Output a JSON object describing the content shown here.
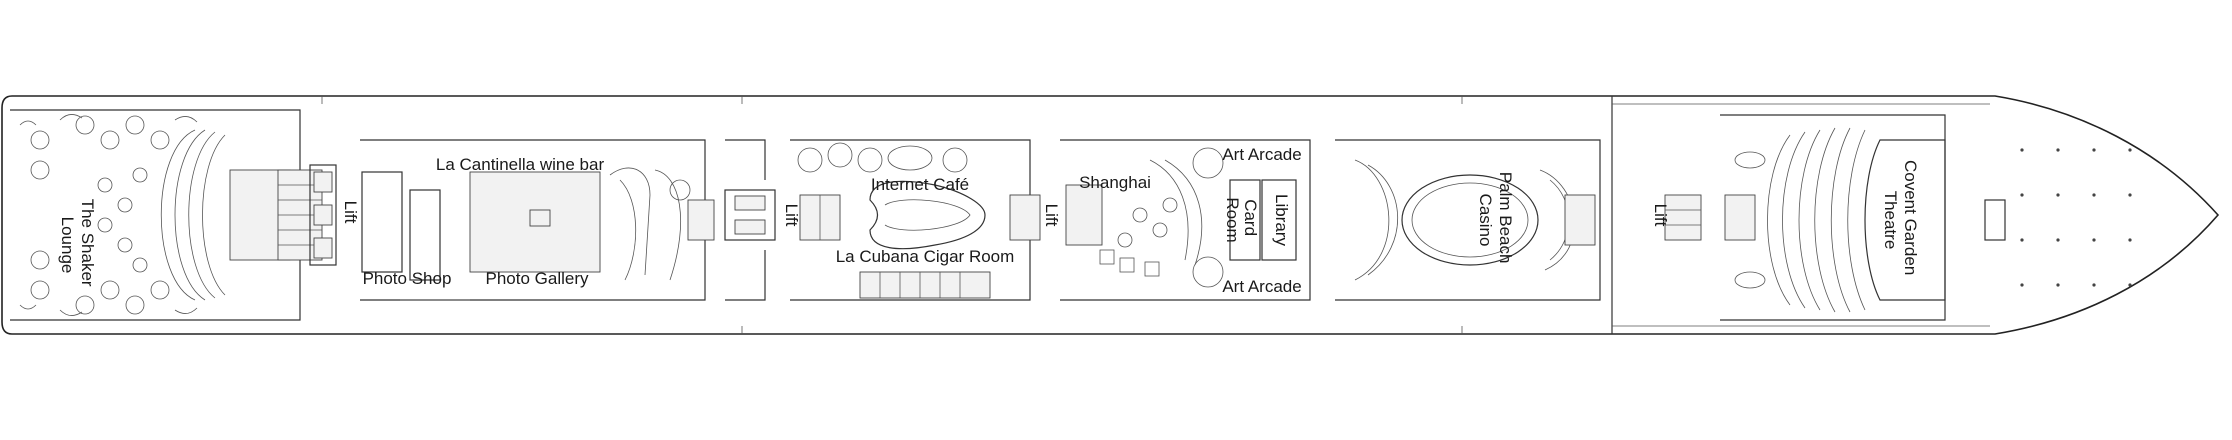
{
  "deck_plan": {
    "venues": {
      "shaker_lounge": [
        "The Shaker",
        "Lounge"
      ],
      "photo_shop": "Photo Shop",
      "la_cantinella": "La Cantinella wine bar",
      "photo_gallery": "Photo Gallery",
      "internet_cafe": "Internet Café",
      "la_cubana": "La Cubana Cigar Room",
      "shanghai": "Shanghai",
      "card_room": [
        "Card",
        "Room"
      ],
      "library": "Library",
      "art_arcade_top": "Art Arcade",
      "art_arcade_bottom": "Art Arcade",
      "palm_beach_casino": [
        "Palm Beach",
        "Casino"
      ],
      "covent_garden": [
        "Covent Garden",
        "Theatre"
      ]
    },
    "lift_label": "Lift"
  }
}
